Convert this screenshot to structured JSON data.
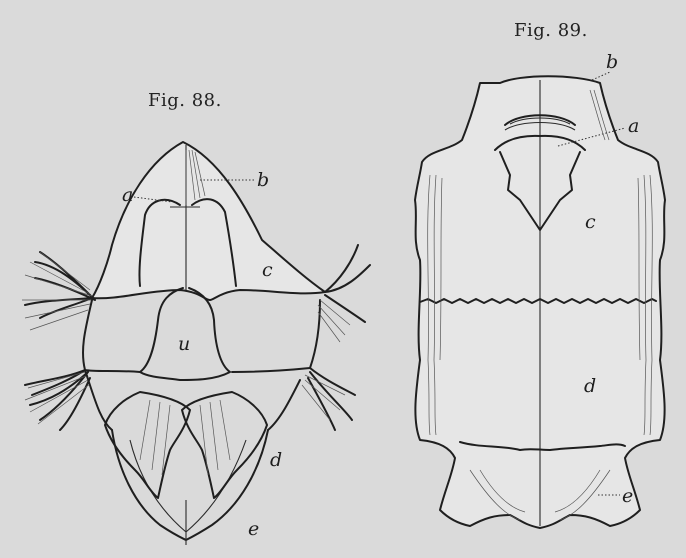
{
  "figures": [
    {
      "title": "Fig. 88.",
      "labels": {
        "a": "a",
        "b": "b",
        "c": "c",
        "u": "u",
        "d": "d",
        "e": "e"
      }
    },
    {
      "title": "Fig. 89.",
      "labels": {
        "b": "b",
        "a": "a",
        "c": "c",
        "d": "d",
        "e": "e"
      }
    }
  ]
}
